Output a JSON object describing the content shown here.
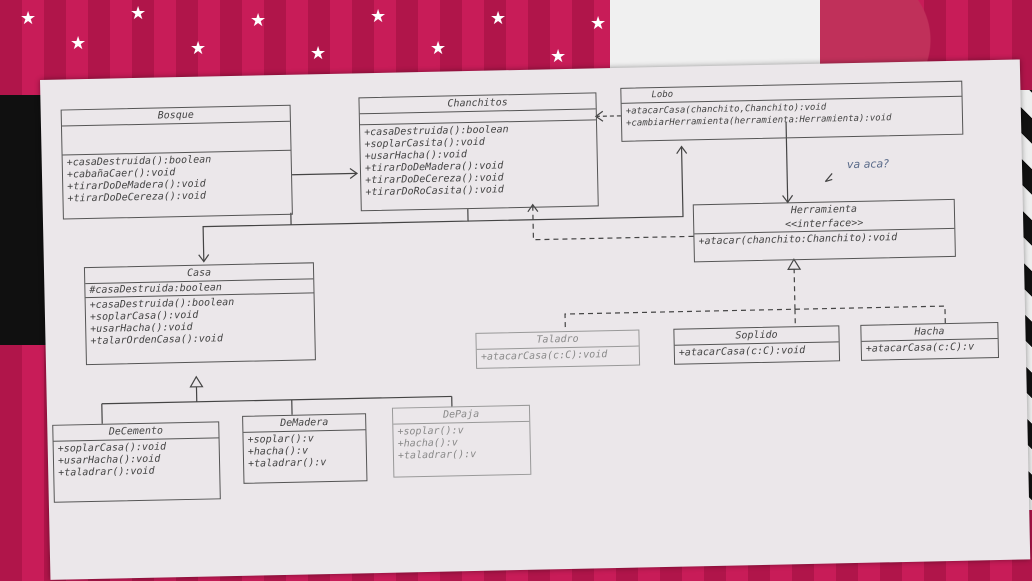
{
  "diagram": {
    "classes": [
      {
        "id": "bosque",
        "name": "Bosque",
        "attrs": [],
        "ops": [
          "+casaDestruida():boolean",
          "+cabañaCaer():void",
          "+tirarDoDeMadera():void",
          "+tirarDoDeCereza():void"
        ]
      },
      {
        "id": "chanchitos",
        "name": "Chanchitos",
        "attrs": [],
        "ops": [
          "+casaDestruida():boolean",
          "+soplarCasita():void",
          "+usarHacha():void",
          "+tirarDoDeMadera():void",
          "+tirarDoDeCereza():void",
          "+tirarDoRoCasita():void"
        ]
      },
      {
        "id": "lobo",
        "name": "Lobo",
        "attrs": [],
        "ops": [
          "+atacarCasa(chanchito,Chanchito):void",
          "+cambiarHerramienta(herramienta:Herramienta):void"
        ]
      },
      {
        "id": "herramienta",
        "name": "Herramienta",
        "attrs": [
          "<<interface>>"
        ],
        "ops": [
          "+atacar(chanchito:Chanchito):void"
        ]
      },
      {
        "id": "casa",
        "name": "Casa",
        "attrs": [
          "#casaDestruida:boolean"
        ],
        "ops": [
          "+casaDestruida():boolean",
          "+soplarCasa():void",
          "+usarHacha():void",
          "+talarOrdenCasa():void"
        ]
      },
      {
        "id": "taladro",
        "name": "Taladro",
        "attrs": [],
        "ops": [
          "+atacarCasa(c:C):void"
        ]
      },
      {
        "id": "soplido",
        "name": "Soplido",
        "attrs": [],
        "ops": [
          "+atacarCasa(c:C):void"
        ]
      },
      {
        "id": "hacha",
        "name": "Hacha",
        "attrs": [],
        "ops": [
          "+atacarCasa(c:C):v"
        ]
      },
      {
        "id": "decemento",
        "name": "DeCemento",
        "attrs": [],
        "ops": [
          "+soplarCasa():void",
          "+usarHacha():void",
          "+taladrar():void"
        ]
      },
      {
        "id": "demadera",
        "name": "DeMadera",
        "attrs": [],
        "ops": [
          "+soplar():v",
          "+hacha():v",
          "+taladrar():v"
        ]
      },
      {
        "id": "depaja",
        "name": "DePaja",
        "attrs": [],
        "ops": [
          "+soplar():v",
          "+hacha():v",
          "+taladrar():v"
        ]
      }
    ],
    "notes": [
      "va aca?"
    ]
  }
}
